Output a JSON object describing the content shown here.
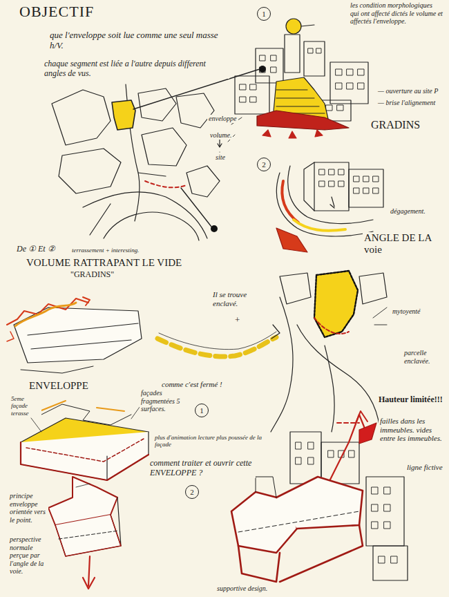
{
  "diagram": {
    "title": "OBJECTIF",
    "nodes": [
      {
        "text": [
          "1"
        ]
      },
      {
        "text": [
          "2"
        ]
      },
      {
        "text": [
          "1"
        ]
      },
      {
        "text": [
          "2"
        ]
      }
    ],
    "labels": [
      "que l'enveloppe soit lue comme une seul masse h/V.",
      "chaque segment est liée a l'autre depuis different angles de vus.",
      "les condition morphologiques qui ont affecté dictés le volume et affectés l'enveloppe.",
      "— ouverture au site P",
      "— brise l'alignement",
      "GRADINS",
      "enveloppe",
      "volume.",
      "site",
      "dégagement.",
      "ANGLE DE LA voie",
      "De ① Et ②",
      "terrassement + interesting.",
      "VOLUME RATTRAPANT LE VIDE",
      "\"GRADINS\"",
      "Il se trouve enclavé.",
      "+",
      "comme c'est fermé !",
      "mytoyenté",
      "parcelle enclavée.",
      "Hauteur limitée!!!",
      "ENVELOPPE",
      "5eme façade terasse",
      "façades fragmentées 5 surfaces.",
      "plus d'animation lecture plus poussée de la façade",
      "comment traiter et ouvrir cette ENVELOPPE ?",
      "failles dans les immeubles. vides entre les immeubles.",
      "ligne fictive",
      "principe enveloppe orientée vers le point.",
      "perspective normale perçue par l'angle de la voie.",
      "supportive design."
    ]
  }
}
